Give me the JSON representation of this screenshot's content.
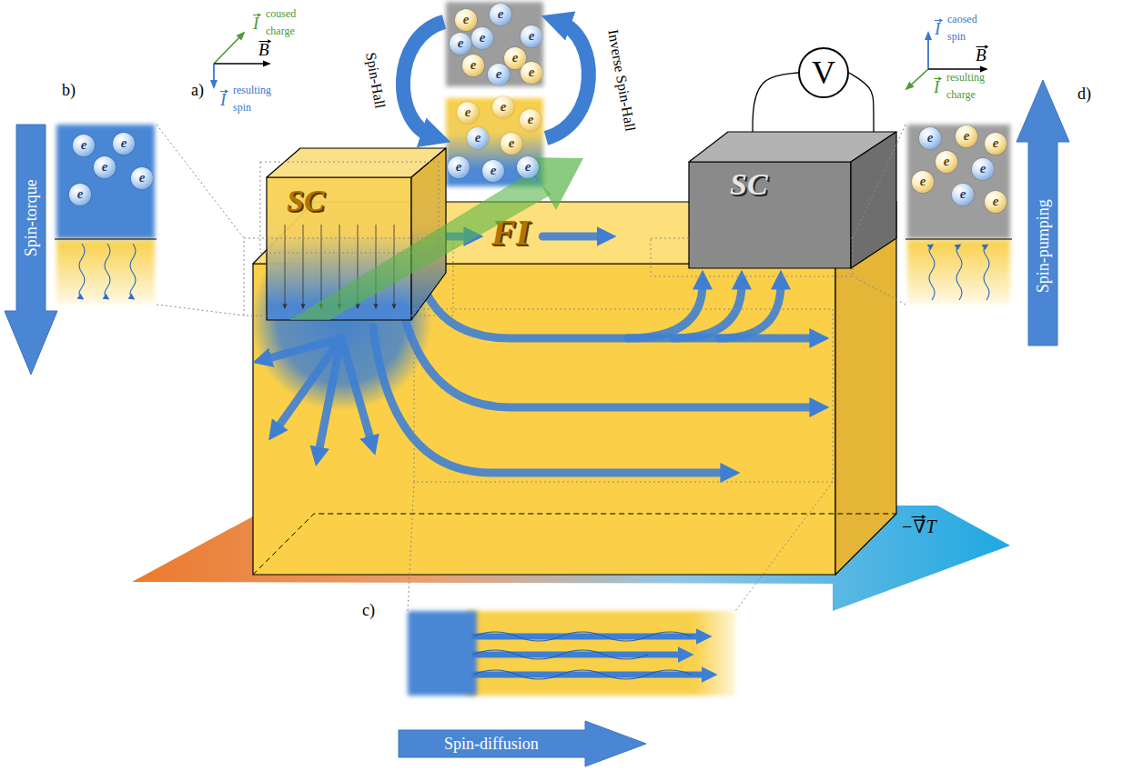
{
  "diagram": {
    "nodes": [
      {
        "text": [
          "e"
        ]
      },
      {
        "text": [
          "e"
        ]
      },
      {
        "text": [
          "e"
        ]
      },
      {
        "text": [
          "e"
        ]
      },
      {
        "text": [
          "e"
        ]
      },
      {
        "text": [
          "e"
        ]
      },
      {
        "text": [
          "e"
        ]
      },
      {
        "text": [
          "e"
        ]
      },
      {
        "text": [
          "e"
        ]
      },
      {
        "text": [
          "V"
        ]
      },
      {
        "text": [
          "e"
        ]
      },
      {
        "text": [
          "e"
        ]
      },
      {
        "text": [
          "e"
        ]
      },
      {
        "text": [
          "e"
        ]
      },
      {
        "text": [
          "e"
        ]
      },
      {
        "text": [
          "e"
        ]
      },
      {
        "text": [
          "e"
        ]
      },
      {
        "text": [
          "e"
        ]
      },
      {
        "text": [
          "SC"
        ]
      },
      {
        "text": [
          "SC"
        ]
      },
      {
        "text": [
          "e"
        ]
      },
      {
        "text": [
          "e"
        ]
      },
      {
        "text": [
          "e"
        ]
      },
      {
        "text": [
          "e"
        ]
      },
      {
        "text": [
          "e"
        ]
      },
      {
        "text": [
          "e"
        ]
      },
      {
        "text": [
          "e"
        ]
      },
      {
        "text": [
          "e"
        ]
      },
      {
        "text": [
          "e"
        ]
      },
      {
        "text": [
          "e"
        ]
      },
      {
        "text": [
          "e"
        ]
      },
      {
        "text": [
          "e"
        ]
      },
      {
        "text": [
          "e"
        ]
      },
      {
        "text": [
          "Spin-torque"
        ]
      },
      {
        "text": [
          "Spin-pumping"
        ]
      },
      {
        "text": [
          "FI"
        ]
      },
      {
        "text": [
          "Spin-diffusion"
        ]
      }
    ],
    "edges": [
      {
        "from": 9,
        "to": 19,
        "arrow": "none"
      },
      {
        "from": 9,
        "to": 19,
        "arrow": "none"
      }
    ],
    "labels": [
      "a)",
      "I",
      "coused",
      "charge",
      "B",
      "I",
      "resulting",
      "spin",
      "Spin-Hall",
      "Inverse Spin-Hall",
      "I",
      "caosed",
      "spin",
      "B",
      "I",
      "resulting",
      "charge",
      "b)",
      "d)",
      "−∇T",
      "c)"
    ]
  }
}
